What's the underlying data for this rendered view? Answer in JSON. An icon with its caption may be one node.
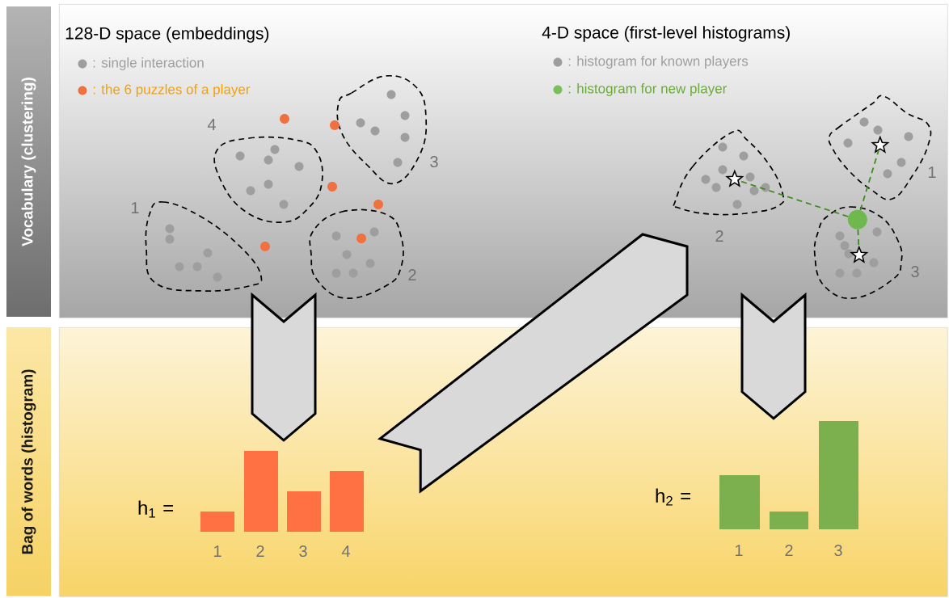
{
  "diagram": {
    "nodes": [
      {
        "text": [
          "Vocabulary (clustering)"
        ]
      },
      {
        "text": [
          "Bag of words (histogram)"
        ]
      },
      {
        "text": [],
        "shape": "box"
      },
      {
        "text": [],
        "shape": "box"
      },
      {
        "text": [],
        "shape": "cloud",
        "beside": [
          "3"
        ],
        "in": 2
      },
      {
        "text": [],
        "shape": "cloud",
        "beside": [
          "4"
        ],
        "in": 2
      },
      {
        "text": [],
        "shape": "cloud",
        "beside": [
          "1"
        ],
        "in": 2
      },
      {
        "text": [],
        "shape": "cloud",
        "beside": [
          "2"
        ],
        "in": 2
      },
      {
        "text": [],
        "shape": "cloud",
        "beside": [
          "1"
        ],
        "in": 2
      },
      {
        "text": [],
        "shape": "cloud",
        "beside": [
          "2"
        ],
        "in": 2
      },
      {
        "text": [],
        "shape": "cloud",
        "beside": [
          "3"
        ],
        "in": 2
      },
      {
        "text": [],
        "shape": "star",
        "in": 8
      },
      {
        "text": [],
        "shape": "star",
        "in": 9
      },
      {
        "text": [],
        "shape": "circle",
        "in": 10
      },
      {
        "text": [],
        "shape": "star",
        "in": 10
      },
      {
        "text": [
          "h$_{1}$ ="
        ],
        "beside": [
          "1",
          "2",
          "3",
          "4"
        ],
        "in": 3
      },
      {
        "text": [
          "h$_{2}$ ="
        ],
        "beside": [
          "1",
          "2",
          "3"
        ],
        "in": 3
      }
    ],
    "edges": [
      {
        "from": null,
        "to": 15,
        "arrow": "to"
      },
      {
        "from": null,
        "to": 15,
        "arrow": "both"
      },
      {
        "from": null,
        "to": 16,
        "arrow": "to"
      },
      {
        "from": 13,
        "to": 11,
        "arrow": "none",
        "style": "dashed",
        "color": "#3e8a1e"
      },
      {
        "from": 13,
        "to": 12,
        "arrow": "none",
        "style": "dashed",
        "color": "#3e8a1e"
      },
      {
        "from": 13,
        "to": 14,
        "arrow": "none",
        "style": "dashed",
        "color": "#3e8a1e"
      }
    ],
    "labels": [
      "128-D space (embeddings)",
      "4-D space (first-level histograms)"
    ],
    "legend": [
      {
        "text": ": single interaction",
        "color": "#9e9e9e"
      },
      {
        "text": ": the 6 puzzles of a player",
        "color": "#f07040"
      },
      {
        "text": ": histogram for known players",
        "color": "#9e9e9e"
      },
      {
        "text": ": histogram for new player",
        "color": "#7cbf5a"
      }
    ]
  }
}
